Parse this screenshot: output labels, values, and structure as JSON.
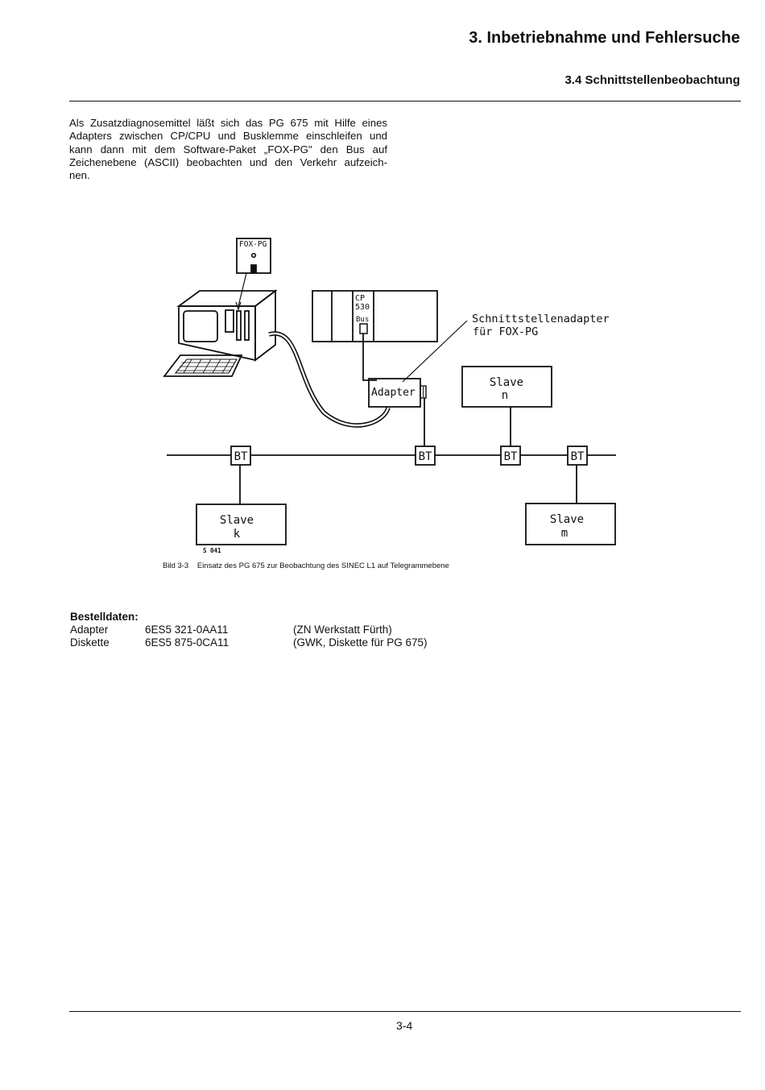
{
  "header": {
    "chapter": "3. Inbetriebnahme und Fehlersuche",
    "section": "3.4 Schnittstellenbeobachtung"
  },
  "intro_lines": [
    "Als Zusatzdiagnosemittel läßt sich das PG 675 mit Hilfe eines",
    "Adapters zwischen CP/CPU und Busklemme einschleifen und",
    "kann dann mit dem Software-Paket „FOX-PG\" den Bus auf",
    "Zeichenebene (ASCII) beobachten und den Verkehr aufzeich-",
    "nen."
  ],
  "figure": {
    "diskette_label": "FOX-PG",
    "cp_label_lines": [
      "CP",
      "530"
    ],
    "bus_label": "Bus",
    "adapter_label": "Adapter",
    "callout_lines": [
      "Schnittstellenadapter",
      "für FOX-PG"
    ],
    "terminal_label": "BT",
    "slave_label": "Slave",
    "slave_n": "n",
    "slave_k": "k",
    "slave_m": "m",
    "figure_code": "S 041"
  },
  "caption": {
    "number": "Bild 3-3",
    "text": "Einsatz des PG 675 zur Beobachtung des SINEC L1 auf Telegrammebene"
  },
  "order": {
    "title": "Bestelldaten:",
    "rows": [
      {
        "item": "Adapter",
        "number": "6ES5 321-0AA11",
        "note": "(ZN Werkstatt Fürth)"
      },
      {
        "item": "Diskette",
        "number": "6ES5 875-0CA11",
        "note": "(GWK, Diskette für PG 675)"
      }
    ]
  },
  "footer": {
    "page": "3-4"
  }
}
